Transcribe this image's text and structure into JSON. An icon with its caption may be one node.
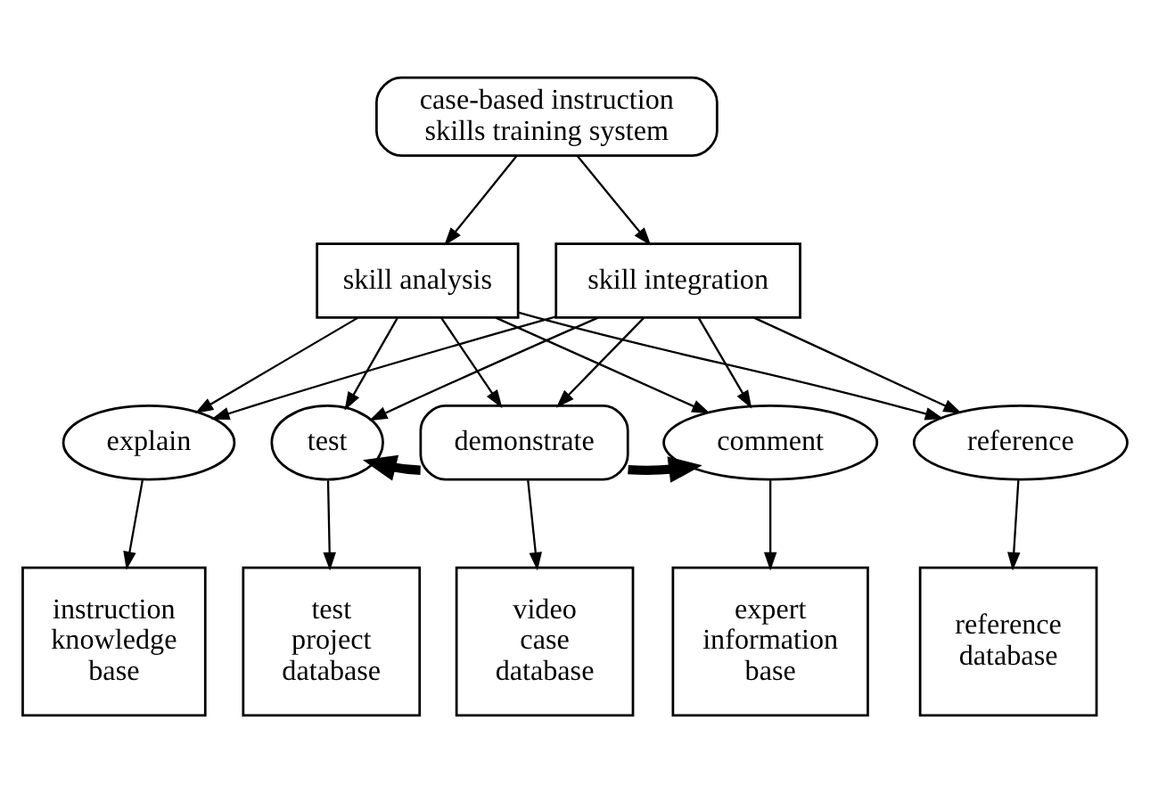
{
  "diagram": {
    "nodes": [
      {
        "text": [
          "case-based instruction skills training system"
        ]
      },
      {
        "text": [
          "skill analysis"
        ]
      },
      {
        "text": [
          "skill integration"
        ]
      },
      {
        "text": [
          "explain"
        ]
      },
      {
        "text": [
          "test"
        ]
      },
      {
        "text": [
          "demonstrate"
        ]
      },
      {
        "text": [
          "comment"
        ]
      },
      {
        "text": [
          "reference"
        ]
      },
      {
        "text": [
          "instruction knowledge base"
        ]
      },
      {
        "text": [
          "test project database"
        ]
      },
      {
        "text": [
          "video case database"
        ]
      },
      {
        "text": [
          "expert information base"
        ]
      },
      {
        "text": [
          "reference database"
        ]
      }
    ],
    "edges": [
      {
        "from": 0,
        "to": 1,
        "arrow": "to"
      },
      {
        "from": 0,
        "to": 2,
        "arrow": "to"
      },
      {
        "from": 1,
        "to": 3,
        "arrow": "to"
      },
      {
        "from": 1,
        "to": 4,
        "arrow": "to"
      },
      {
        "from": 1,
        "to": 5,
        "arrow": "to"
      },
      {
        "from": 1,
        "to": 6,
        "arrow": "to"
      },
      {
        "from": 1,
        "to": 7,
        "arrow": "to"
      },
      {
        "from": 2,
        "to": 3,
        "arrow": "to"
      },
      {
        "from": 2,
        "to": 4,
        "arrow": "to"
      },
      {
        "from": 2,
        "to": 5,
        "arrow": "to"
      },
      {
        "from": 2,
        "to": 6,
        "arrow": "to"
      },
      {
        "from": 2,
        "to": 7,
        "arrow": "to"
      },
      {
        "from": 5,
        "to": 4,
        "arrow": "to",
        "style": "thick"
      },
      {
        "from": 5,
        "to": 6,
        "arrow": "to",
        "style": "thick"
      },
      {
        "from": 3,
        "to": 8,
        "arrow": "to"
      },
      {
        "from": 4,
        "to": 9,
        "arrow": "to"
      },
      {
        "from": 5,
        "to": 10,
        "arrow": "to"
      },
      {
        "from": 6,
        "to": 11,
        "arrow": "to"
      },
      {
        "from": 7,
        "to": 12,
        "arrow": "to"
      }
    ]
  }
}
